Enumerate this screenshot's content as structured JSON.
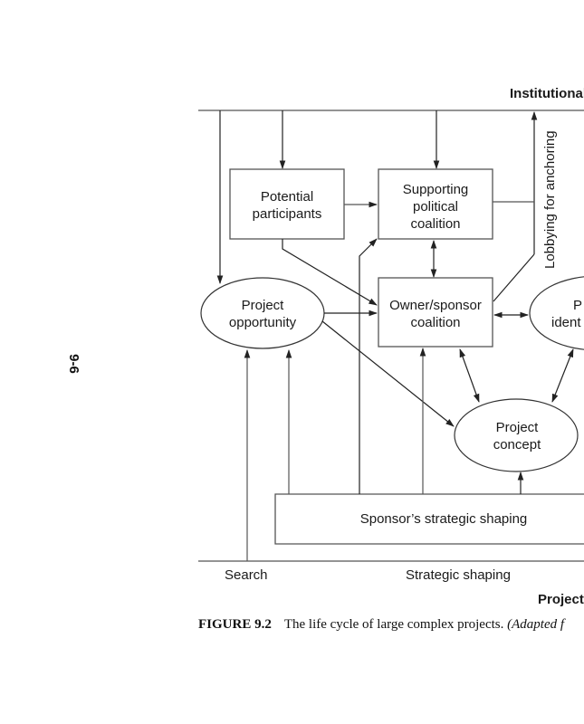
{
  "page_number": "9-6",
  "diagram": {
    "top_band_label": "Institutional",
    "bottom_band_label": "Project",
    "vertical_label": "Lobbying for anchoring",
    "nodes": {
      "potential_participants": [
        "Potential",
        "participants"
      ],
      "supporting_coalition": [
        "Supporting",
        "political",
        "coalition"
      ],
      "owner_sponsor": [
        "Owner/sponsor",
        "coalition"
      ],
      "project_opportunity": [
        "Project",
        "opportunity"
      ],
      "project_identification": [
        "P",
        "ident"
      ],
      "project_concept": [
        "Project",
        "concept"
      ],
      "sponsor_shaping": "Sponsor’s strategic shaping"
    },
    "phase_labels": {
      "search": "Search",
      "strategic_shaping": "Strategic shaping"
    }
  },
  "caption": {
    "label": "FIGURE 9.2",
    "text": "The life cycle of large complex projects. ",
    "adapted": "(Adapted f"
  }
}
